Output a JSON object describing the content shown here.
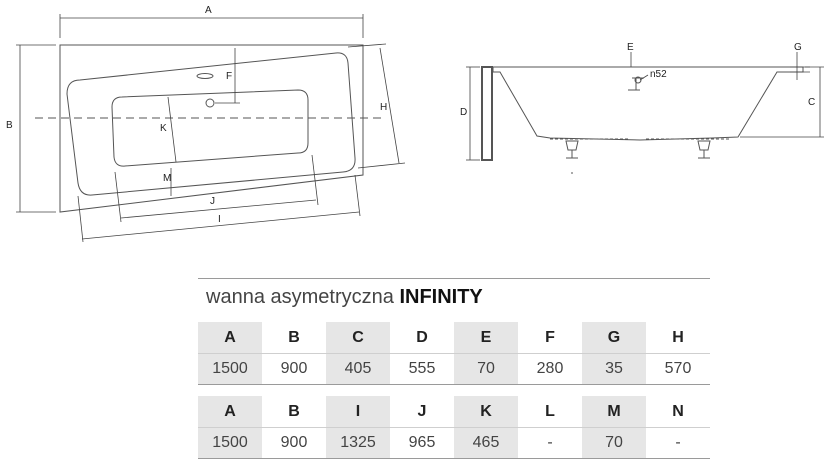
{
  "drawing": {
    "top_view_labels": {
      "A": "A",
      "B": "B",
      "H": "H",
      "F": "F",
      "K": "K",
      "M": "M",
      "J": "J",
      "I": "I"
    },
    "side_view_labels": {
      "E": "E",
      "G": "G",
      "D": "D",
      "C": "C",
      "drain": "n52"
    }
  },
  "title": {
    "prefix": "wanna asymetryczna",
    "name": "INFINITY"
  },
  "table1": {
    "headers": [
      "A",
      "B",
      "C",
      "D",
      "E",
      "F",
      "G",
      "H"
    ],
    "values": [
      "1500",
      "900",
      "405",
      "555",
      "70",
      "280",
      "35",
      "570"
    ]
  },
  "table2": {
    "headers": [
      "A",
      "B",
      "I",
      "J",
      "K",
      "L",
      "M",
      "N"
    ],
    "values": [
      "1500",
      "900",
      "1325",
      "965",
      "465",
      "-",
      "70",
      "-"
    ]
  }
}
